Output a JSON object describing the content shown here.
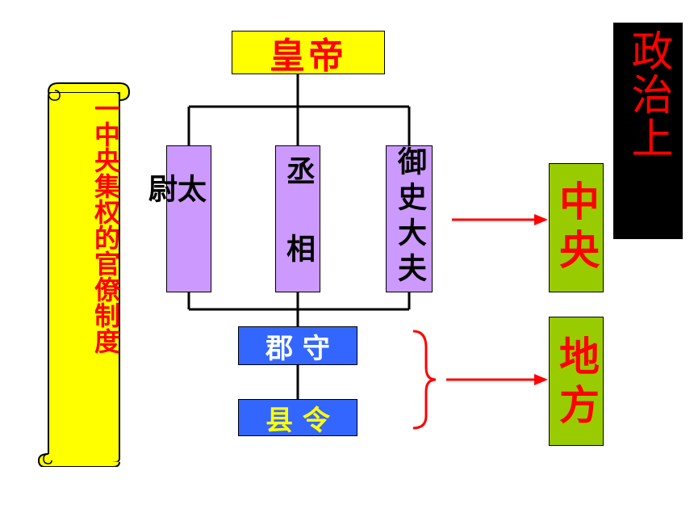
{
  "emperor": "皇帝",
  "officials": [
    "太尉",
    "丞相",
    "御史大夫"
  ],
  "local": [
    "郡 守",
    "县 令"
  ],
  "central_label": "中央",
  "local_label": "地方",
  "side_title": "政治上",
  "scroll_title": "一中央集权的官僚制度",
  "colors": {
    "emperor_bg": "#ffff00",
    "text_red": "#ff0000",
    "official_bg": "#cc99ff",
    "local_bg": "#3366ff",
    "label_bg": "#99cc00",
    "scroll_bg": "#ffff00"
  }
}
